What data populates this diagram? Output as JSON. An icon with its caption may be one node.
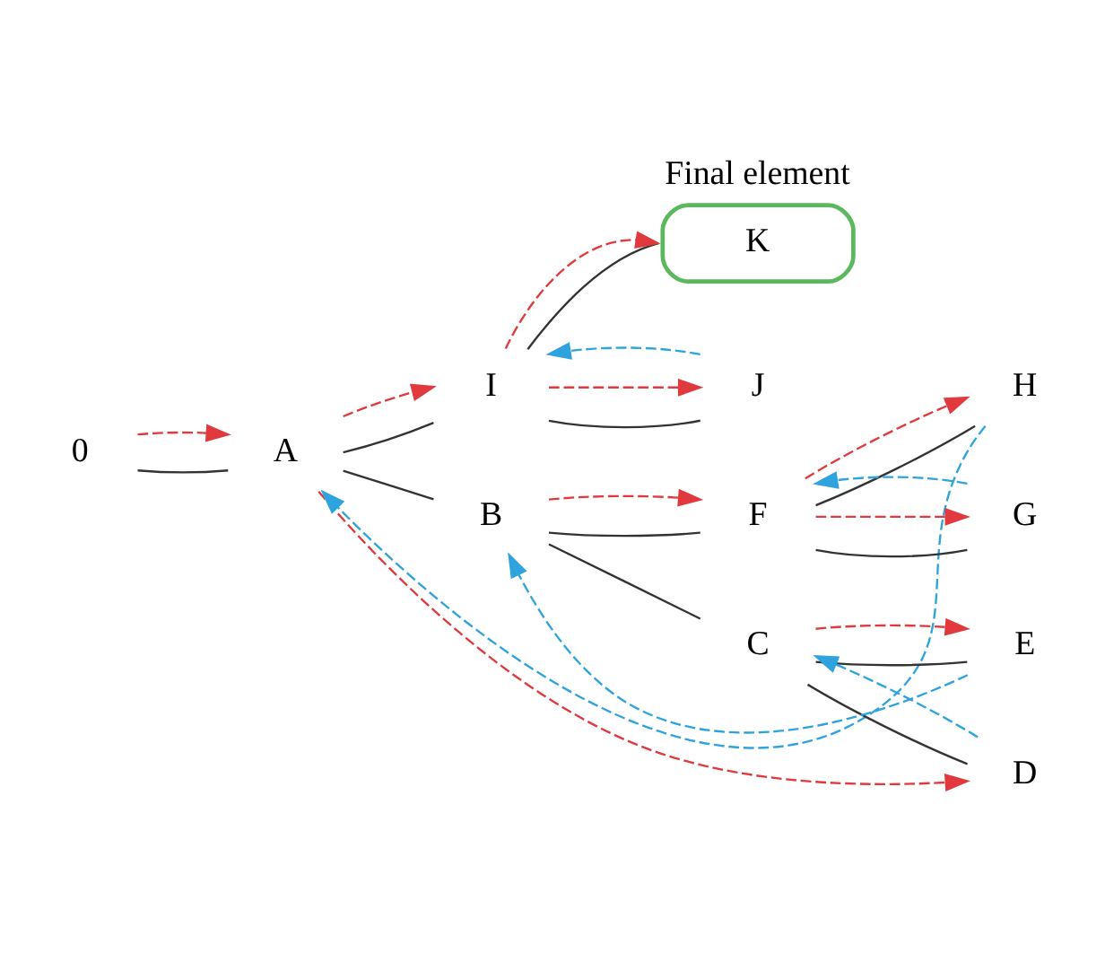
{
  "diagram": {
    "nodes": [
      {
        "text": [
          "0"
        ]
      },
      {
        "text": [
          "A"
        ]
      },
      {
        "text": [
          "I"
        ]
      },
      {
        "text": [
          "K"
        ],
        "beside": [
          "Final element"
        ]
      },
      {
        "text": [
          "J"
        ]
      },
      {
        "text": [
          "B"
        ]
      },
      {
        "text": [
          "H"
        ]
      },
      {
        "text": [
          "F"
        ]
      },
      {
        "text": [
          "G"
        ]
      },
      {
        "text": [
          "C"
        ]
      },
      {
        "text": [
          "E"
        ]
      },
      {
        "text": [
          "D"
        ]
      }
    ],
    "edges": [
      {
        "from": 0,
        "to": 1,
        "arrow": "none"
      },
      {
        "from": 1,
        "to": 2,
        "arrow": "none"
      },
      {
        "from": 2,
        "to": 3,
        "arrow": "none"
      },
      {
        "from": 2,
        "to": 4,
        "arrow": "none"
      },
      {
        "from": 1,
        "to": 5,
        "arrow": "none"
      },
      {
        "from": 5,
        "to": 7,
        "arrow": "none"
      },
      {
        "from": 7,
        "to": 6,
        "arrow": "none"
      },
      {
        "from": 7,
        "to": 8,
        "arrow": "none"
      },
      {
        "from": 5,
        "to": 9,
        "arrow": "none"
      },
      {
        "from": 9,
        "to": 10,
        "arrow": "none"
      },
      {
        "from": 9,
        "to": 11,
        "arrow": "none"
      },
      {
        "from": 0,
        "to": 1,
        "arrow": "to",
        "style": "dashed",
        "color": "#e0393e"
      },
      {
        "from": 1,
        "to": 2,
        "arrow": "to",
        "style": "dashed",
        "color": "#e0393e"
      },
      {
        "from": 2,
        "to": 3,
        "arrow": "to",
        "style": "dashed",
        "color": "#e0393e"
      },
      {
        "from": 2,
        "to": 4,
        "arrow": "to",
        "style": "dashed",
        "color": "#e0393e"
      },
      {
        "from": 1,
        "to": 11,
        "arrow": "to",
        "style": "dashed",
        "color": "#e0393e"
      },
      {
        "from": 5,
        "to": 7,
        "arrow": "to",
        "style": "dashed",
        "color": "#e0393e"
      },
      {
        "from": 7,
        "to": 6,
        "arrow": "to",
        "style": "dashed",
        "color": "#e0393e"
      },
      {
        "from": 7,
        "to": 8,
        "arrow": "to",
        "style": "dashed",
        "color": "#e0393e"
      },
      {
        "from": 9,
        "to": 10,
        "arrow": "to",
        "style": "dashed",
        "color": "#e0393e"
      },
      {
        "from": 4,
        "to": 2,
        "arrow": "to",
        "style": "dashed",
        "color": "#2fa3dd"
      },
      {
        "from": 6,
        "to": 1,
        "arrow": "to",
        "style": "dashed",
        "color": "#2fa3dd"
      },
      {
        "from": 8,
        "to": 7,
        "arrow": "to",
        "style": "dashed",
        "color": "#2fa3dd"
      },
      {
        "from": 10,
        "to": 5,
        "arrow": "to",
        "style": "dashed",
        "color": "#2fa3dd"
      },
      {
        "from": 11,
        "to": 9,
        "arrow": "to",
        "style": "dashed",
        "color": "#2fa3dd"
      }
    ]
  }
}
